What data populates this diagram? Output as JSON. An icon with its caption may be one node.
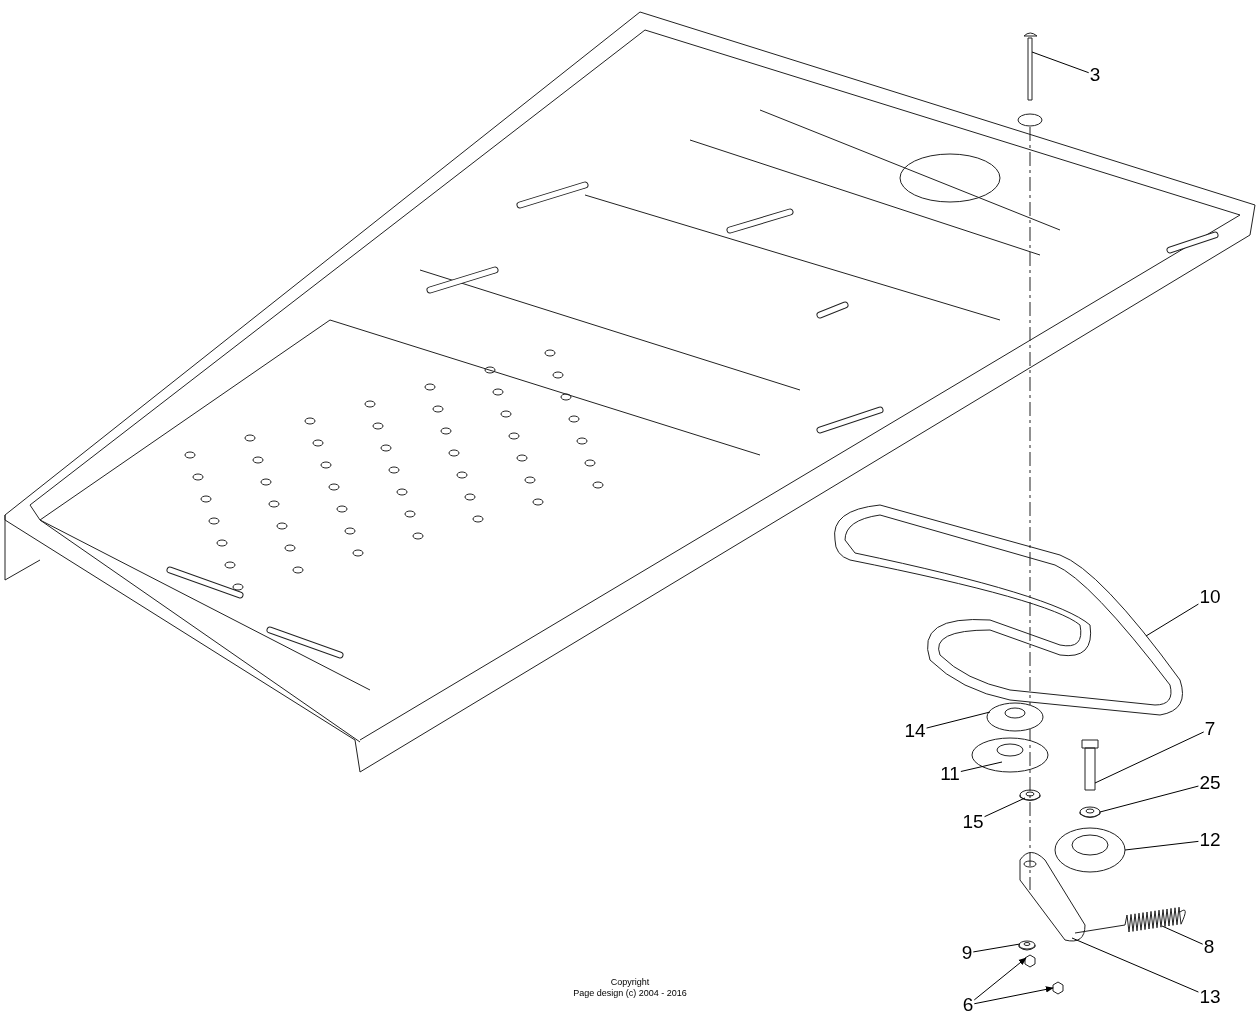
{
  "diagram": {
    "nodes": [
      {
        "text": [
          "3"
        ]
      },
      {
        "text": [
          "10"
        ]
      },
      {
        "text": [
          "7"
        ]
      },
      {
        "text": [
          "14"
        ]
      },
      {
        "text": [
          "25"
        ]
      },
      {
        "text": [
          "11"
        ]
      },
      {
        "text": [
          "12"
        ]
      },
      {
        "text": [
          "15"
        ]
      },
      {
        "text": [
          "9"
        ]
      },
      {
        "text": [
          "8"
        ]
      },
      {
        "text": [
          "6"
        ]
      },
      {
        "text": [
          "13"
        ]
      },
      {
        "text": [],
        "shape": "picture"
      },
      {
        "text": [],
        "shape": "picture"
      },
      {
        "text": [],
        "shape": "picture"
      },
      {
        "text": [],
        "shape": "picture"
      },
      {
        "text": [],
        "shape": "picture"
      },
      {
        "text": [],
        "shape": "picture"
      },
      {
        "text": [],
        "shape": "picture"
      },
      {
        "text": [],
        "shape": "picture"
      },
      {
        "text": [],
        "shape": "picture"
      },
      {
        "text": [],
        "shape": "picture"
      },
      {
        "text": [],
        "shape": "picture"
      },
      {
        "text": [],
        "shape": "picture"
      },
      {
        "text": [],
        "shape": "picture"
      }
    ],
    "edges": [
      {
        "from": 0,
        "to": 12,
        "arrow": "none"
      },
      {
        "from": 1,
        "to": 13,
        "arrow": "none"
      },
      {
        "from": 2,
        "to": 15,
        "arrow": "none"
      },
      {
        "from": 3,
        "to": 14,
        "arrow": "none"
      },
      {
        "from": 4,
        "to": 17,
        "arrow": "none"
      },
      {
        "from": 5,
        "to": 16,
        "arrow": "none"
      },
      {
        "from": 6,
        "to": 18,
        "arrow": "none"
      },
      {
        "from": 7,
        "to": 19,
        "arrow": "none"
      },
      {
        "from": 8,
        "to": 20,
        "arrow": "none"
      },
      {
        "from": 9,
        "to": 21,
        "arrow": "none"
      },
      {
        "from": 10,
        "to": 22,
        "arrow": "to"
      },
      {
        "from": 10,
        "to": 23,
        "arrow": "to"
      },
      {
        "from": 11,
        "to": 24,
        "arrow": "none"
      }
    ],
    "labels": [
      "Copyright",
      "Page design (c) 2004 - 2016"
    ]
  }
}
